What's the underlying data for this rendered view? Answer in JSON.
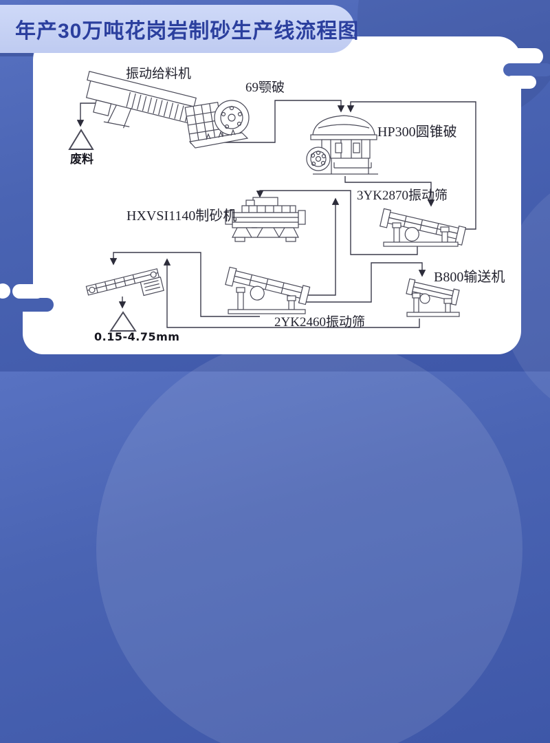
{
  "banner": {
    "title": "年产30万吨花岗岩制砂生产线流程图"
  },
  "diagram": {
    "nodes": [
      {
        "id": "vibrating-feeder",
        "label": "振动给料机"
      },
      {
        "id": "jaw-crusher",
        "label": "69颚破"
      },
      {
        "id": "cone-crusher",
        "label": "HP300圆锥破"
      },
      {
        "id": "screen-3yk2870",
        "label": "3YK2870振动筛"
      },
      {
        "id": "sand-maker",
        "label": "HXVSI1140制砂机"
      },
      {
        "id": "belt-conveyor",
        "label": "B800输送机"
      },
      {
        "id": "screen-2yk2460",
        "label": "2YK2460振动筛"
      },
      {
        "id": "waste-outlet",
        "label": "废料"
      },
      {
        "id": "product-size",
        "label": "0.15-4.75mm"
      }
    ]
  },
  "colors": {
    "background_blue": "#4a64b3",
    "banner_bg": "#c7d2f3",
    "banner_text": "#2b3f9e",
    "card_bg": "#ffffff",
    "line_art": "#3a3a4a"
  }
}
